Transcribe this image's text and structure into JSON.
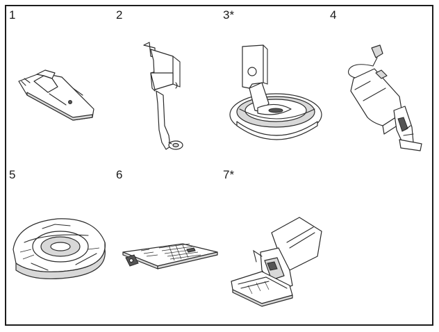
{
  "items": [
    {
      "label": "1",
      "icon": "zigzag-presser-foot-icon"
    },
    {
      "label": "2",
      "icon": "zipper-foot-icon"
    },
    {
      "label": "3*",
      "icon": "buttonhole-darning-foot-icon"
    },
    {
      "label": "4",
      "icon": "buttonhole-foot-icon"
    },
    {
      "label": "5",
      "icon": "bobbin-case-icon"
    },
    {
      "label": "6",
      "icon": "straight-stitch-needle-plate-icon"
    },
    {
      "label": "7*",
      "icon": "walking-foot-icon"
    }
  ]
}
